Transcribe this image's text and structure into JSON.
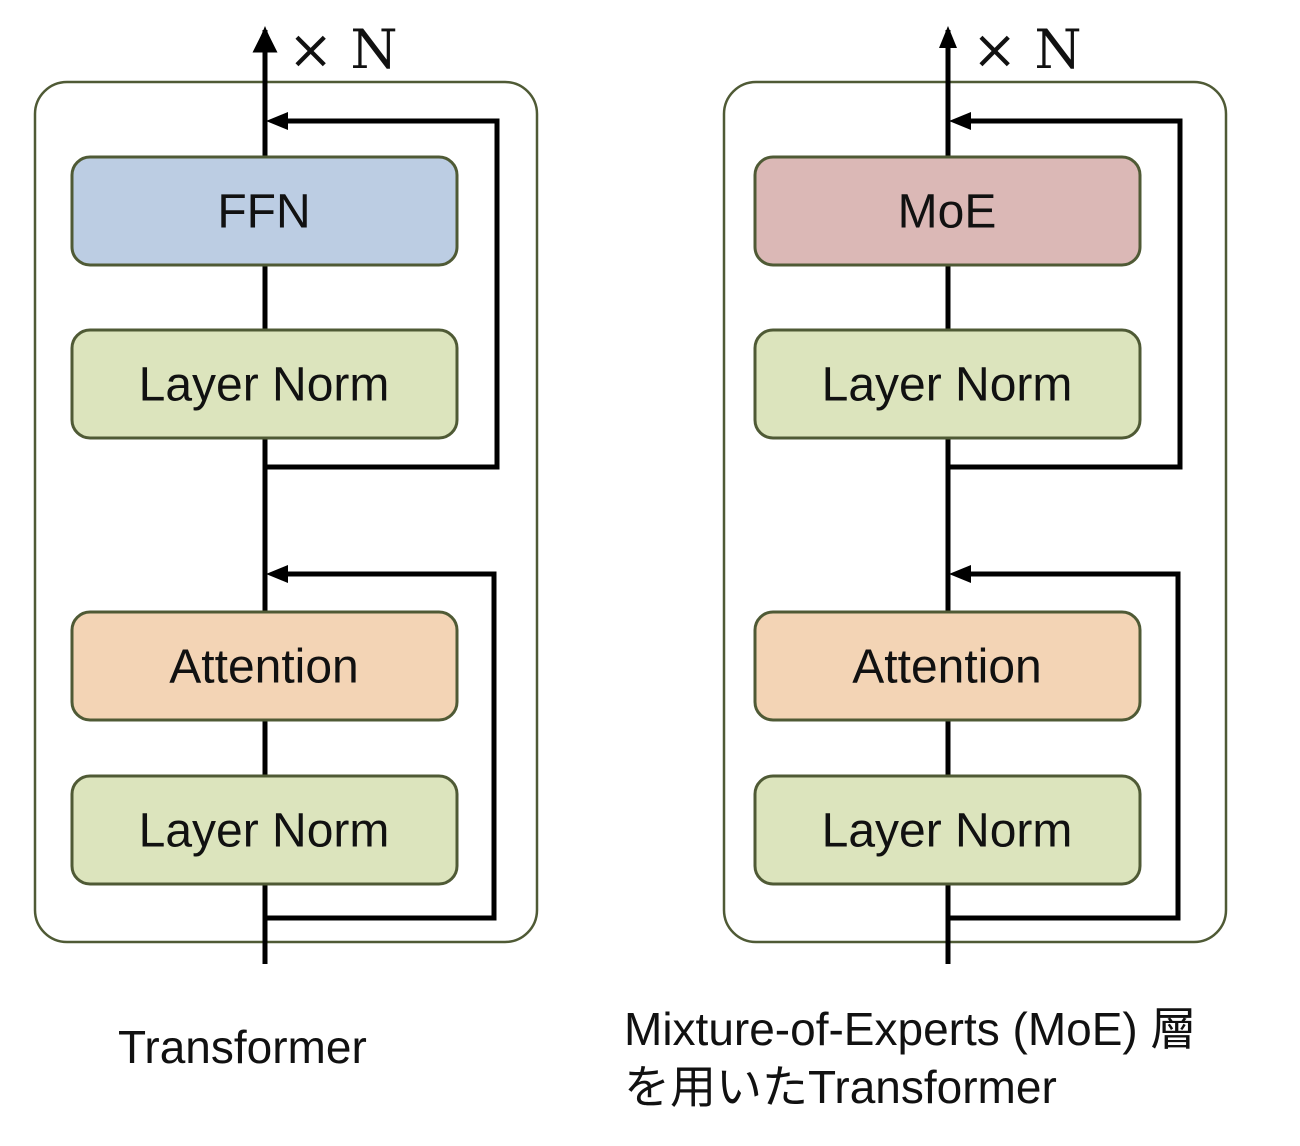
{
  "colors": {
    "ffn": "#bccde3",
    "moe": "#dbb8b6",
    "layer_norm": "#dce4bd",
    "attention": "#f3d4b5",
    "block_border": "#4f5a35",
    "container_border": "#4f5a35",
    "arrow": "#000000"
  },
  "left": {
    "repeat": "× N",
    "top_block": "FFN",
    "norm_top": "Layer Norm",
    "attention": "Attention",
    "norm_bottom": "Layer Norm",
    "caption": "Transformer"
  },
  "right": {
    "repeat": "× N",
    "top_block": "MoE",
    "norm_top": "Layer Norm",
    "attention": "Attention",
    "norm_bottom": "Layer Norm",
    "caption_line1": "Mixture-of-Experts (MoE) 層",
    "caption_line2": "を用いたTransformer"
  },
  "icons": [
    "arrow-up-icon",
    "arrow-left-icon"
  ]
}
